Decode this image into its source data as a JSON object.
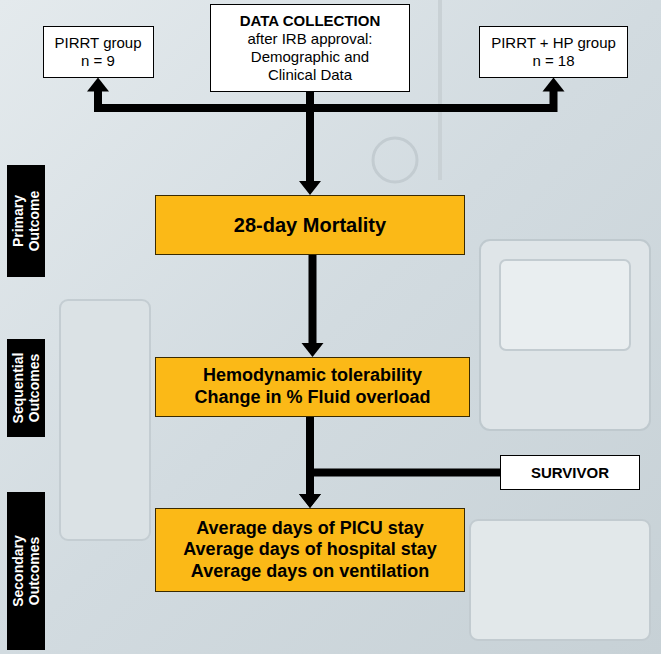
{
  "diagram": {
    "nodes": [
      {
        "text": [
          "PIRRT group",
          "n = 9"
        ]
      },
      {
        "text": [
          "DATA COLLECTION",
          "after IRB approval: Demographic and Clinical Data"
        ]
      },
      {
        "text": [
          "PIRRT + HP group",
          "n = 18"
        ]
      },
      {
        "text": [
          "Primary Outcome"
        ]
      },
      {
        "text": [
          "28-day Mortality"
        ]
      },
      {
        "text": [
          "Sequential Outcomes"
        ]
      },
      {
        "text": [
          "Hemodynamic tolerability",
          "Change in % Fluid overload"
        ]
      },
      {
        "text": [
          "SURVIVOR"
        ]
      },
      {
        "text": [
          "Secondary Outcomes"
        ]
      },
      {
        "text": [
          "Average days of PICU stay",
          "Average days of hospital stay",
          "Average days on ventilation"
        ]
      }
    ],
    "edges": [
      {
        "from": 1,
        "to": 0,
        "arrow": "to"
      },
      {
        "from": 1,
        "to": 2,
        "arrow": "to"
      },
      {
        "from": 1,
        "to": 4,
        "arrow": "to"
      },
      {
        "from": 4,
        "to": 6,
        "arrow": "to"
      },
      {
        "from": 6,
        "to": 9,
        "arrow": "to"
      },
      {
        "from": 7,
        "to": 9,
        "arrow": "to"
      }
    ]
  }
}
